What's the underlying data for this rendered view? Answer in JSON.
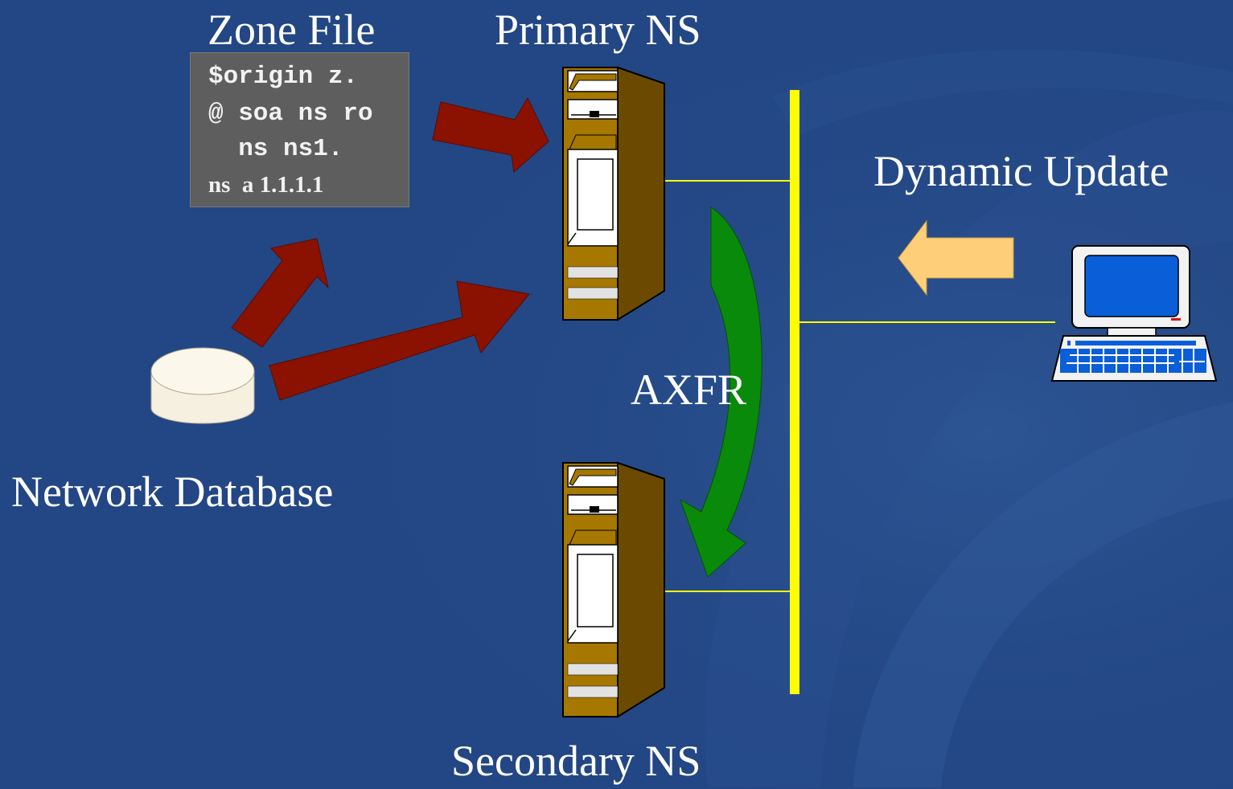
{
  "diagram": {
    "zone_file": {
      "title": "Zone File",
      "lines": [
        "$origin z.",
        "@ soa ns ro",
        "  ns ns1.",
        "ns  a 1.1.1.1"
      ]
    },
    "primary_ns": {
      "label": "Primary NS"
    },
    "secondary_ns": {
      "label": "Secondary NS"
    },
    "network_database": {
      "label": "Network Database"
    },
    "dynamic_update": {
      "label": "Dynamic Update"
    },
    "axfr": {
      "label": "AXFR"
    },
    "colors": {
      "background": "#234684",
      "arrow_red": "#8b1200",
      "arrow_green": "#0a8a0a",
      "arrow_update": "#ffce78",
      "network_line": "#ffff00",
      "server_case": "#a67800",
      "zone_box": "#5e5e5e"
    }
  }
}
